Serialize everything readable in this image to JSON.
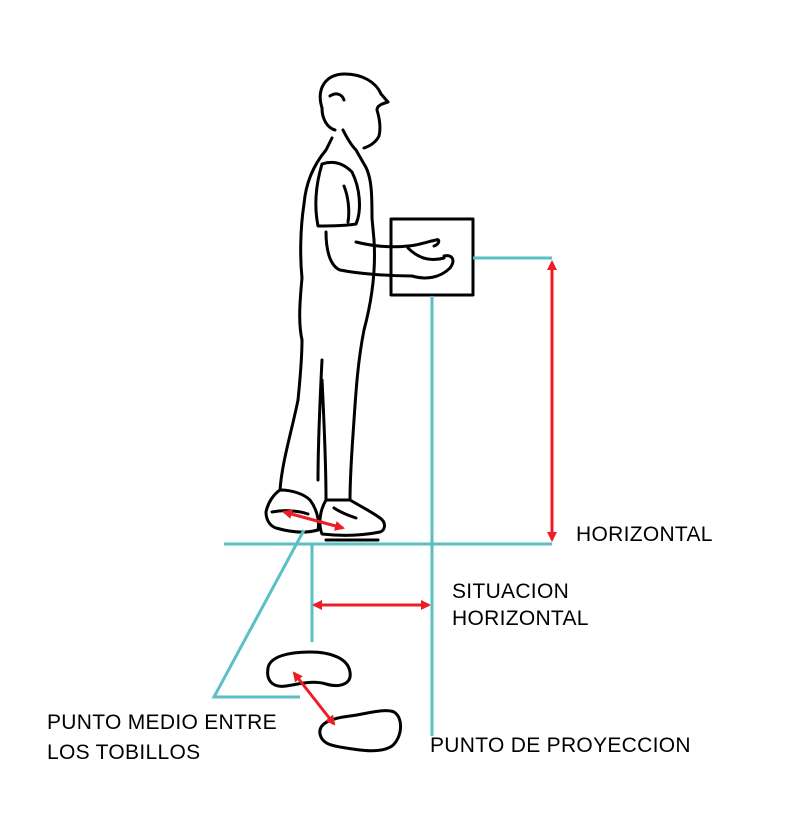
{
  "labels": {
    "horizontal": "HORIZONTAL",
    "situacion_line1": "SITUACION",
    "situacion_line2": "HORIZONTAL",
    "punto_medio_line1": "PUNTO MEDIO ENTRE",
    "punto_medio_line2": "LOS TOBILLOS",
    "punto_proyeccion": "PUNTO DE PROYECCION"
  },
  "colors": {
    "guide": "#5bbfc6",
    "arrow": "#ee1c25",
    "outline": "#000000"
  }
}
